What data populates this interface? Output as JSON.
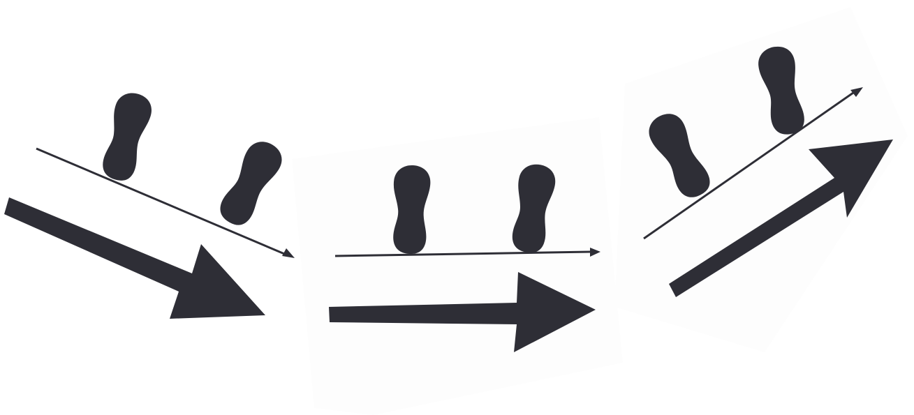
{
  "colors": {
    "background": "#ffffff",
    "card": "#fdfdfd",
    "ink": "#2e2e36"
  },
  "figure": {
    "panels": [
      {
        "id": "panel-left",
        "direction": "descending-right",
        "footprints": 2,
        "arrows": [
          "thin-line-arrow",
          "thick-arrow"
        ]
      },
      {
        "id": "panel-middle",
        "direction": "level-right",
        "footprints": 2,
        "arrows": [
          "thin-line-arrow",
          "thick-arrow"
        ]
      },
      {
        "id": "panel-right",
        "direction": "ascending-right",
        "footprints": 2,
        "arrows": [
          "thin-line-arrow",
          "thick-arrow"
        ]
      }
    ]
  }
}
